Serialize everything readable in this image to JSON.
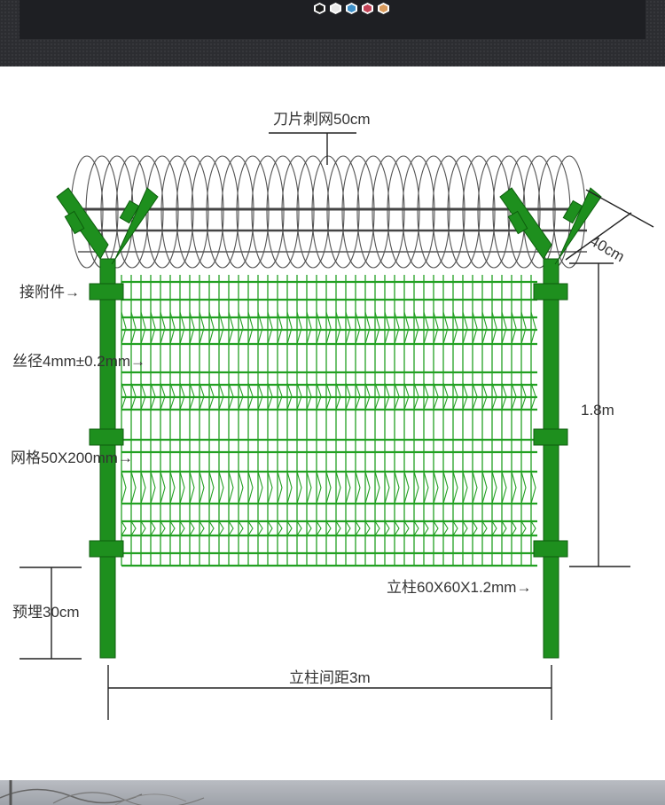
{
  "banner": {
    "color_dots": [
      "#1a1a1a",
      "#e8e8e8",
      "#3d8fc7",
      "#c24155",
      "#d99a5b"
    ]
  },
  "diagram": {
    "labels": {
      "razor_wire": "刀片刺网50cm",
      "arm_length": "40cm",
      "connector": "接附件→",
      "wire_diameter": "丝径4mm±0.2mm→",
      "height": "1.8m",
      "mesh_size": "网格50X200mm→",
      "post_size": "立柱60X60X1.2mm→",
      "embedded": "预埋30cm",
      "post_spacing": "立柱间距3m"
    },
    "colors": {
      "post": "#1e8f1e",
      "post_edge": "#0d5e0d",
      "mesh": "#22a022",
      "razor_wire": "#555555",
      "dimension_line": "#222222"
    }
  }
}
